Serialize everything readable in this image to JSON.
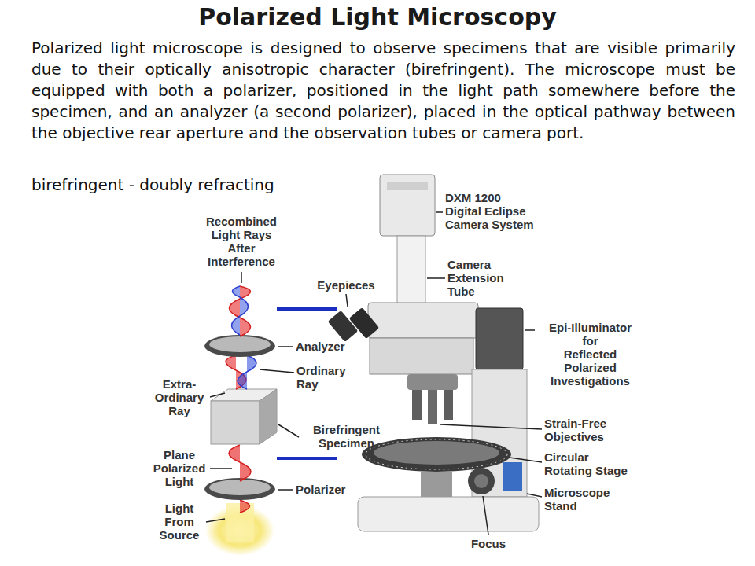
{
  "diagram": {
    "title": "Polarized Light Microscopy",
    "labels": [
      "Polarized light microscope is designed to observe specimens that are visible primarily due to their optically anisotropic character (birefringent). The microscope must be equipped with both a polarizer, positioned in the light path somewhere before the specimen, and an analyzer (a second polarizer), placed in the optical pathway between the objective rear aperture and the observation tubes or camera port.",
      "birefringent - doubly refracting",
      "Recombined Light Rays After Interference",
      "Eyepieces",
      "Analyzer",
      "Ordinary Ray",
      "Extra- Ordinary Ray",
      "Birefringent Specimen",
      "Plane Polarized Light",
      "Polarizer",
      "Light From Source",
      "DXM 1200 Digital Eclipse Camera System",
      "Camera Extension Tube",
      "Epi-Illuminator for Reflected Polarized Investigations",
      "Strain-Free Objectives",
      "Circular Rotating Stage",
      "Microscope Stand",
      "Focus"
    ]
  }
}
